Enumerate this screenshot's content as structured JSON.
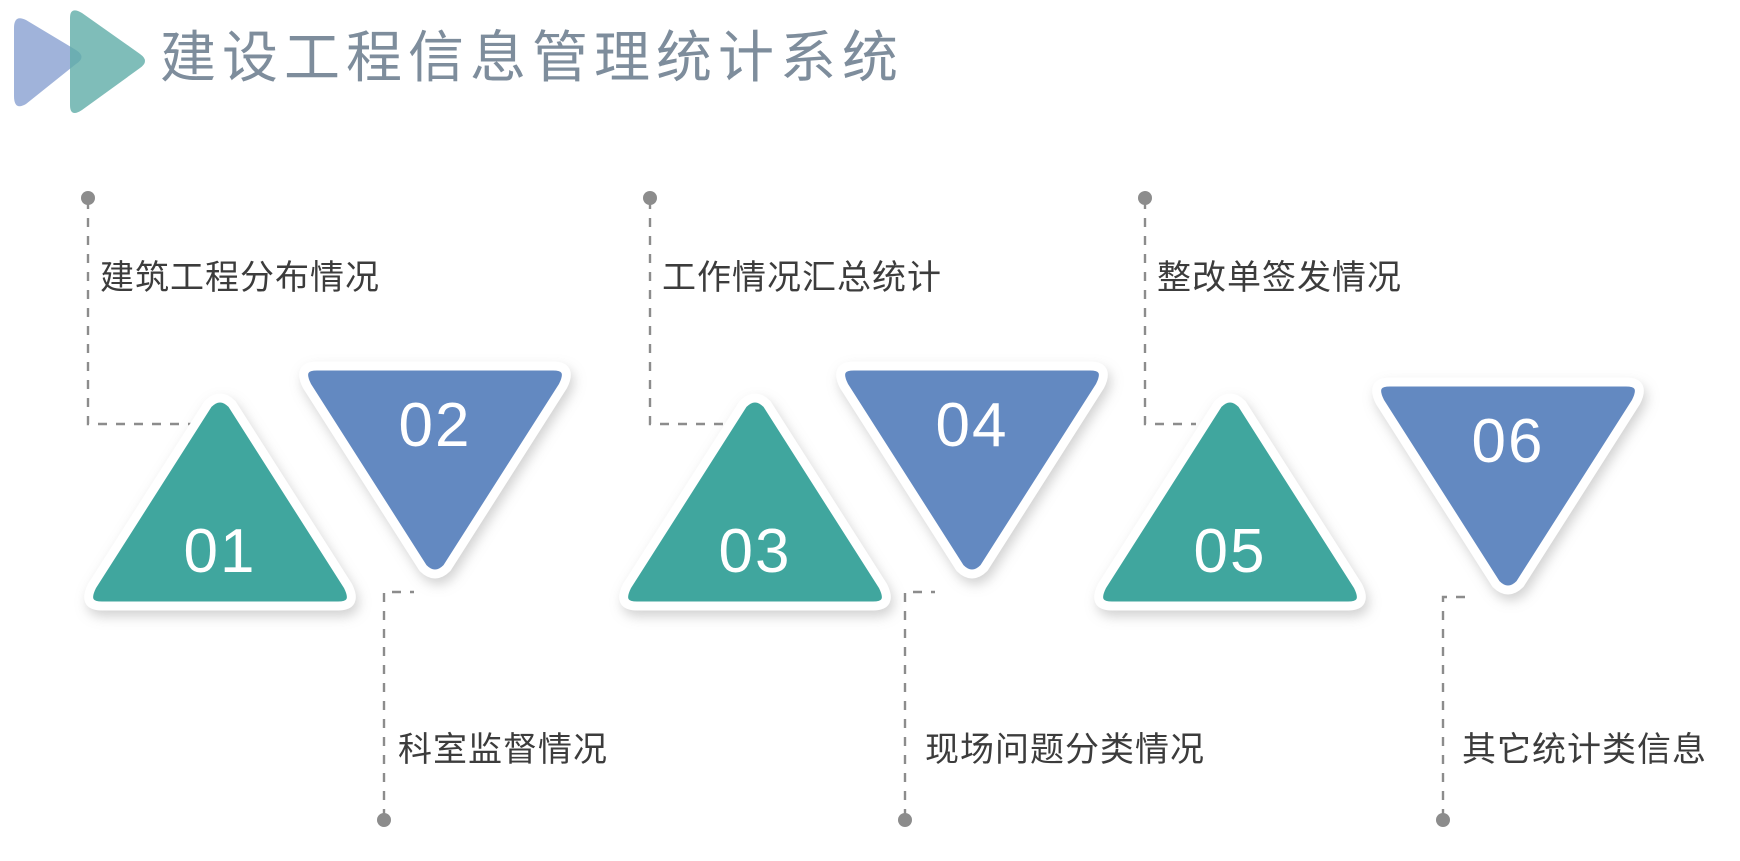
{
  "header": {
    "title": "建设工程信息管理统计系统",
    "logo_icon": "double-play-triangle-logo",
    "title_color": "#7e8d9c"
  },
  "palette": {
    "teal": "#41a69e",
    "blue": "#6389c1",
    "outline": "#ffffff",
    "connector": "#8c8c8c",
    "label_text": "#3c3c3c"
  },
  "steps": [
    {
      "number": "01",
      "label": "建筑工程分布情况",
      "color": "#41a69e",
      "direction": "up",
      "label_position": "top"
    },
    {
      "number": "02",
      "label": "科室监督情况",
      "color": "#6389c1",
      "direction": "down",
      "label_position": "bottom"
    },
    {
      "number": "03",
      "label": "工作情况汇总统计",
      "color": "#41a69e",
      "direction": "up",
      "label_position": "top"
    },
    {
      "number": "04",
      "label": "现场问题分类情况",
      "color": "#6389c1",
      "direction": "down",
      "label_position": "bottom"
    },
    {
      "number": "05",
      "label": "整改单签发情况",
      "color": "#41a69e",
      "direction": "up",
      "label_position": "top"
    },
    {
      "number": "06",
      "label": "其它统计类信息",
      "color": "#6389c1",
      "direction": "down",
      "label_position": "bottom"
    }
  ]
}
